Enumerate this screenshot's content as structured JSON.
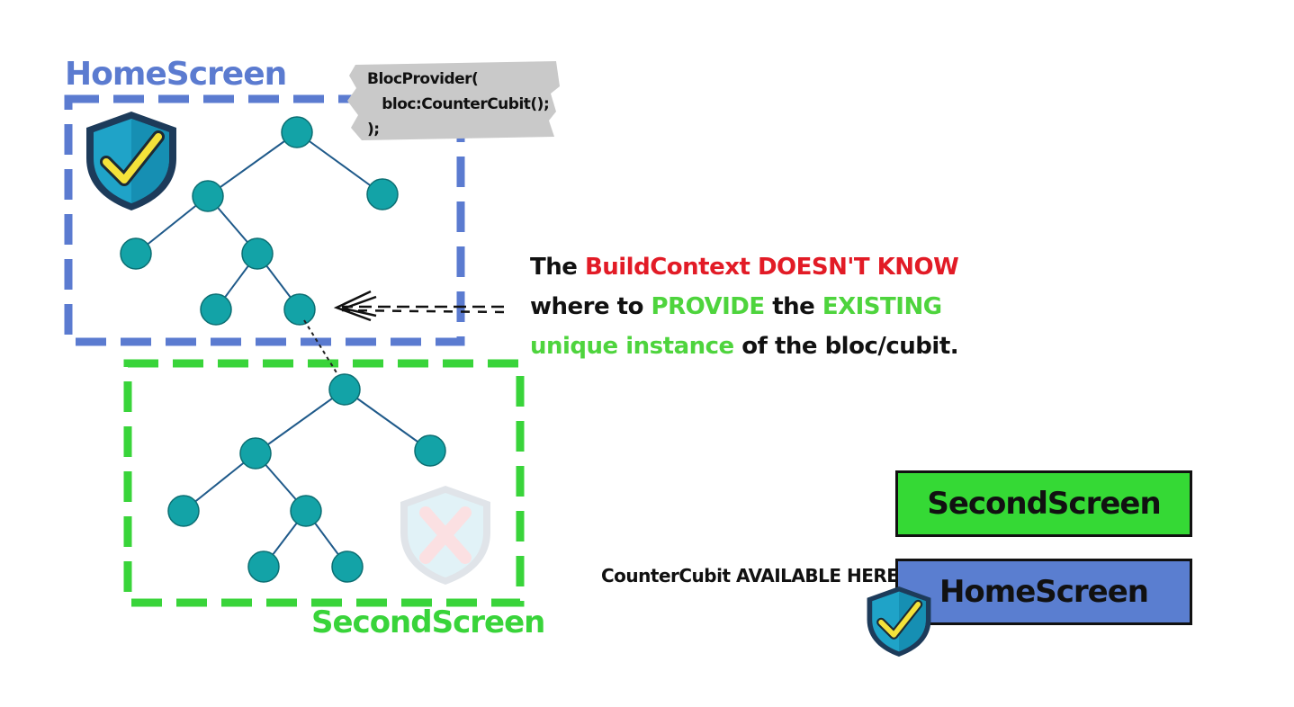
{
  "home_screen": {
    "label": "HomeScreen",
    "color": "#5b7bd0"
  },
  "second_screen": {
    "label": "SecondScreen",
    "color": "#39d43a"
  },
  "code_note": {
    "lines": [
      "BlocProvider(",
      "   bloc:CounterCubit();",
      ");"
    ]
  },
  "explanation": {
    "line1": {
      "part1": "The ",
      "part2": "BuildContext DOESN'T KNOW"
    },
    "line2": {
      "part1": "where to ",
      "part2": "PROVIDE",
      "part3": " the ",
      "part4": "EXISTING"
    },
    "line3": {
      "part1": "unique instance",
      "part2": " of the bloc/cubit."
    },
    "accent_red": "#e21b26",
    "accent_green": "#4ed43d"
  },
  "widget_stack": {
    "top_box": "SecondScreen",
    "bottom_box": "HomeScreen",
    "available_label": "CounterCubit AVAILABLE HERE"
  },
  "icons": {
    "home_shield": "shield-check-icon",
    "second_shield": "shield-x-icon",
    "stack_shield": "shield-check-icon"
  },
  "node_color": "#13a3a7"
}
